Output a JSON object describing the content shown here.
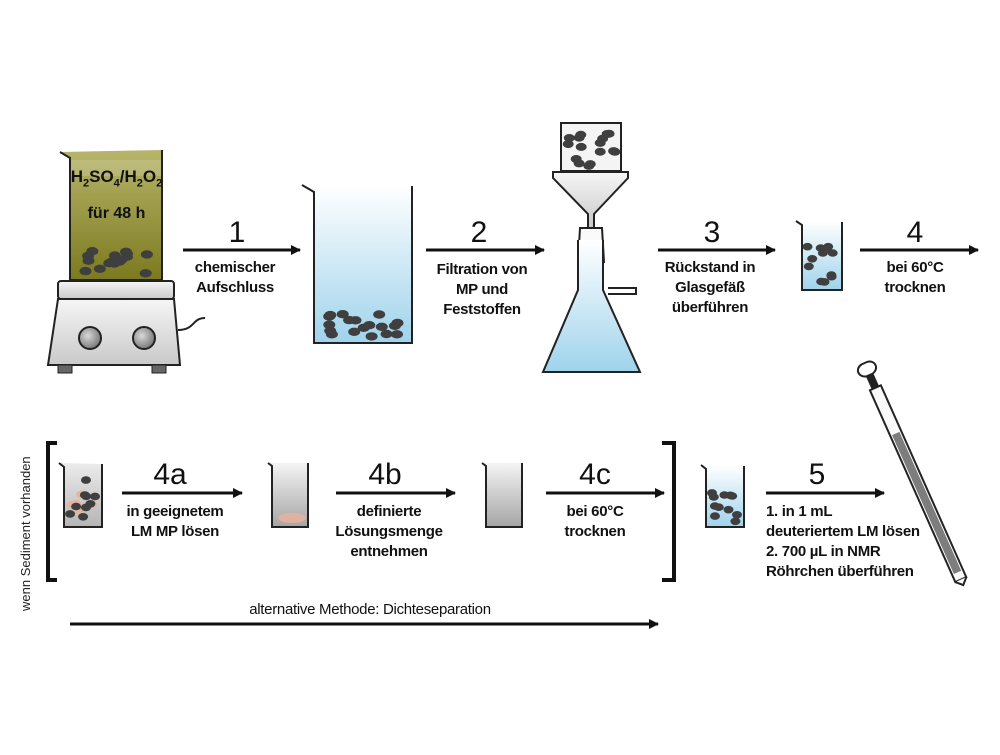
{
  "beaker": {
    "reagent_parts": [
      "H",
      "2",
      "SO",
      "4",
      "/H",
      "2",
      "O",
      "2"
    ],
    "duration": "für 48 h"
  },
  "steps": [
    {
      "id": "1",
      "lines": [
        "chemischer",
        "Aufschluss"
      ]
    },
    {
      "id": "2",
      "lines": [
        "Filtration von",
        "MP und",
        "Feststoffen"
      ]
    },
    {
      "id": "3",
      "lines": [
        "Rückstand in",
        "Glasgefäß",
        "überführen"
      ]
    },
    {
      "id": "4",
      "lines": [
        "bei 60°C",
        "trocknen"
      ]
    },
    {
      "id": "4a",
      "lines": [
        "in geeignetem",
        "LM MP lösen"
      ]
    },
    {
      "id": "4b",
      "lines": [
        "definierte",
        "Lösungsmenge",
        "entnehmen"
      ]
    },
    {
      "id": "4c",
      "lines": [
        "bei 60°C",
        "trocknen"
      ]
    },
    {
      "id": "5",
      "lines": [
        "1. in 1 mL",
        "deuteriertem LM lösen",
        "2. 700 µL in NMR",
        "Röhrchen überführen"
      ]
    }
  ],
  "side_note": "wenn Sediment vorhanden",
  "alternative_method": "alternative Methode: Dichteseparation",
  "colors": {
    "acid_liquid": "#8f8e2c",
    "water_top": "#ffffff",
    "water_bottom": "#9fd3ec",
    "particle": "#3f3f3f",
    "dissolved": "#e9b29d",
    "glass_grey": "#a9a9a9",
    "outline": "#222222"
  }
}
